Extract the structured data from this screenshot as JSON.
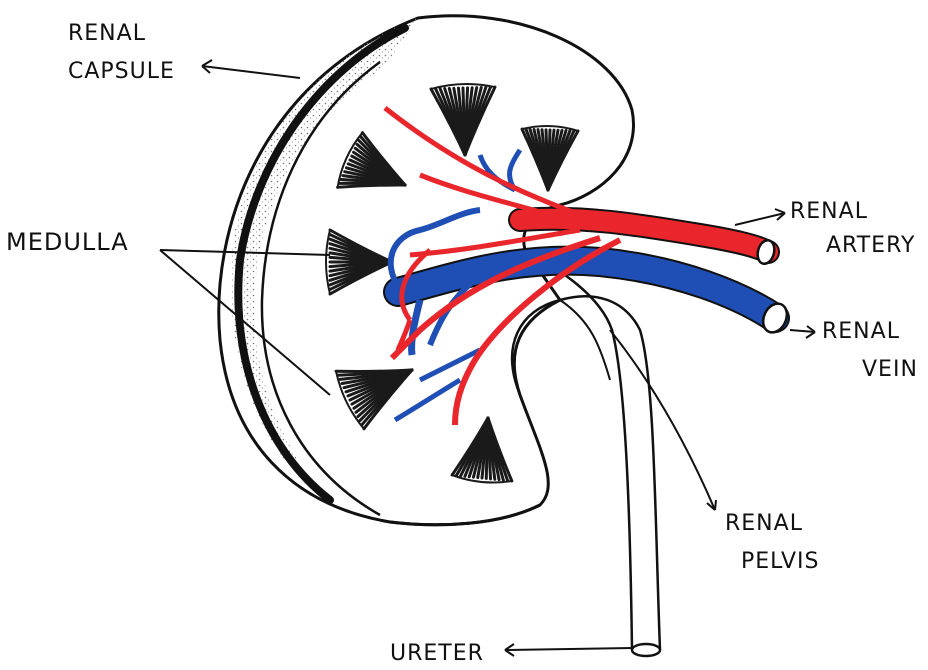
{
  "labels": {
    "capsule": [
      "RENAL",
      "CAPSULE"
    ],
    "medulla": "MEDULLA",
    "artery": [
      "RENAL",
      "ARTERY"
    ],
    "vein": [
      "RENAL",
      "VEIN"
    ],
    "pelvis": [
      "RENAL",
      "PELVIS"
    ],
    "ureter": "URETER"
  },
  "colors": {
    "artery": "#e8262b",
    "vein": "#1f4fb4",
    "outline": "#111111",
    "pyramid": "#1a1a1a",
    "capsule_shade": "#9a9a9a"
  }
}
